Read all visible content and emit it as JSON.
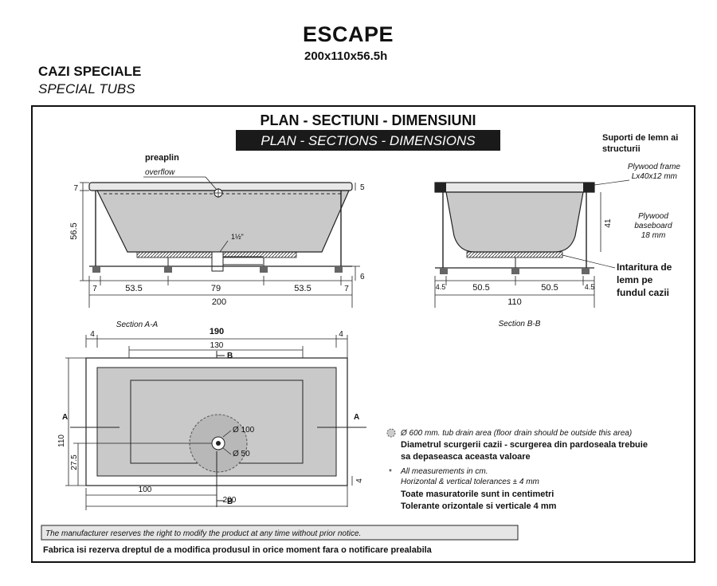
{
  "header": {
    "title": "ESCAPE",
    "dimensions": "200x110x56.5h",
    "category_ro": "CAZI SPECIALE",
    "category_en": "SPECIAL TUBS"
  },
  "panel": {
    "heading_ro": "PLAN - SECTIUNI - DIMENSIUNI",
    "heading_en": "PLAN - SECTIONS - DIMENSIONS"
  },
  "section_aa": {
    "caption": "Section A-A",
    "overflow_ro": "preaplin",
    "overflow_en": "overflow",
    "drain_size": "1½\"",
    "dims": {
      "rim": "7",
      "height": "56.5",
      "rim_right": "5",
      "feet": "6",
      "left_edge": "7",
      "seg_left": "53.5",
      "seg_mid": "79",
      "seg_right": "53.5",
      "right_edge": "7",
      "total": "200"
    }
  },
  "section_bb": {
    "caption": "Section B-B",
    "support_ro_1": "Suporti de lemn ai",
    "support_ro_2": "structurii",
    "frame_en_1": "Plywood frame",
    "frame_en_2": "Lx40x12 mm",
    "baseboard_en_1": "Plywood",
    "baseboard_en_2": "baseboard",
    "baseboard_en_3": "18 mm",
    "reinforce_ro_1": "Intaritura de",
    "reinforce_ro_2": "lemn pe",
    "reinforce_ro_3": "fundul cazii",
    "dims": {
      "depth": "41",
      "left_edge": "4.5",
      "seg_left": "50.5",
      "seg_right": "50.5",
      "right_edge": "4.5",
      "total": "110"
    }
  },
  "plan": {
    "dims": {
      "top_total": "190",
      "top_left": "4",
      "top_right": "4",
      "inner": "130",
      "section_b": "B",
      "section_a": "A",
      "height": "110",
      "drain_offset": "27.5",
      "bottom_offset": "4",
      "drain_x": "100",
      "bottom_total": "200",
      "drain_area": "Ø 100",
      "drain_hole": "Ø 50"
    }
  },
  "notes": {
    "drain_en": "Ø 600 mm. tub drain area (floor drain should be outside this area)",
    "drain_ro_1": "Diametrul scurgerii cazii - scurgerea din pardoseala trebuie",
    "drain_ro_2": "sa depaseasca aceasta valoare",
    "bullet": "*",
    "measure_en_1": "All measurements in cm.",
    "measure_en_2": "Horizontal & vertical tolerances ± 4 mm",
    "measure_ro_1": "Toate masuratorile sunt in centimetri",
    "measure_ro_2": "Tolerante orizontale si verticale 4 mm",
    "disclaimer_en": "The manufacturer reserves the right to modify the product at any time without prior notice.",
    "disclaimer_ro": "Fabrica isi rezerva dreptul de a modifica produsul in orice moment fara o notificare prealabila"
  },
  "colors": {
    "tub_fill": "#c9c9c9",
    "heading_bg": "#1a1a1a",
    "note_bg": "#e6e6e6"
  }
}
